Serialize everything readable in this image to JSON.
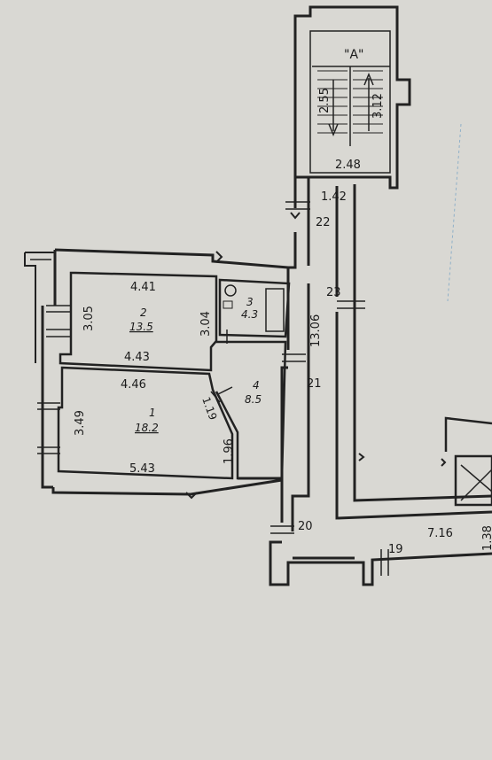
{
  "colors": {
    "paper": "#d9d8d3",
    "ink": "#222222",
    "blueprint_line": "#8fb0c8"
  },
  "stair": {
    "label": "\"A\"",
    "flight_left": "2.55",
    "flight_right": "3.12",
    "width": "2.48"
  },
  "rooms": [
    {
      "number": "1",
      "area": "18.2"
    },
    {
      "number": "2",
      "area": "13.5"
    },
    {
      "number": "3",
      "area": "4.3"
    },
    {
      "number": "4",
      "area": "8.5"
    }
  ],
  "dimensions": {
    "room2_top": "4.41",
    "room2_left": "3.05",
    "room2_right": "3.04",
    "room2_bottom": "4.43",
    "room1_top": "4.46",
    "room1_left": "3.49",
    "room1_bottom": "5.43",
    "diag_upper": "1.19",
    "diag_lower": "1.96",
    "corridor_top": "1.42",
    "corridor_long": "13.06",
    "corridor_bottom": "7.16",
    "corridor_right": "1.38"
  },
  "wall_marks": [
    "22",
    "23",
    "21",
    "20",
    "19"
  ]
}
